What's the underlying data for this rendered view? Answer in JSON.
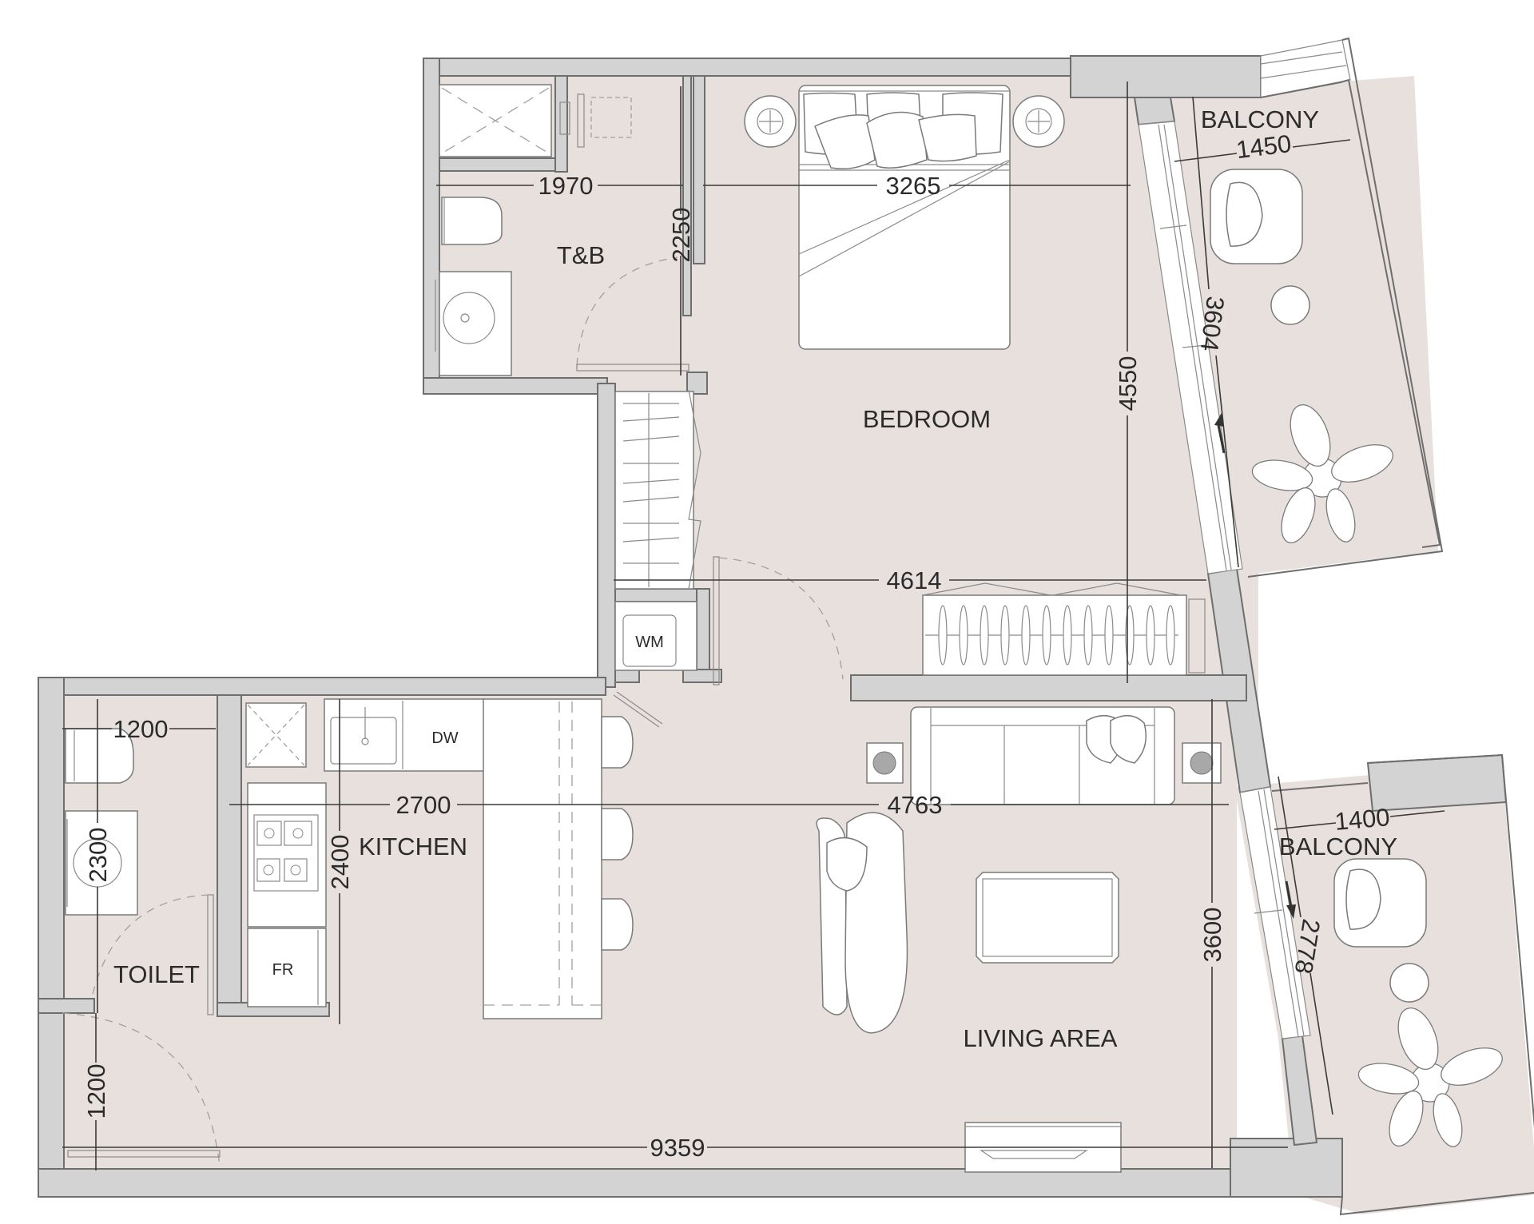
{
  "plan": {
    "rooms": {
      "tb": "T&B",
      "bedroom": "BEDROOM",
      "balcony_top": "BALCONY",
      "balcony_bottom": "BALCONY",
      "kitchen": "KITCHEN",
      "toilet": "TOILET",
      "living": "LIVING AREA"
    },
    "appliances": {
      "wm": "WM",
      "dw": "DW",
      "fr": "FR"
    },
    "dimensions": {
      "tb_width": "1970",
      "bed_width": "3265",
      "tb_depth": "2250",
      "bedroom_depth": "4550",
      "bedroom_width": "4614",
      "balcony_top_width": "1450",
      "balcony_top_length": "3604",
      "toilet_width": "1200",
      "toilet_depth": "2300",
      "kitchen_width": "2700",
      "kitchen_depth": "2400",
      "living_width": "4763",
      "living_depth": "3600",
      "balcony_bottom_width": "1400",
      "balcony_bottom_length": "2778",
      "entry_depth": "1200",
      "total_width": "9359"
    },
    "colors": {
      "floor": "#e8e0dd",
      "wall": "#d3d3d3",
      "wall_outline": "#6e6e6e",
      "fixture": "#ffffff",
      "text": "#2b2b2b"
    }
  }
}
